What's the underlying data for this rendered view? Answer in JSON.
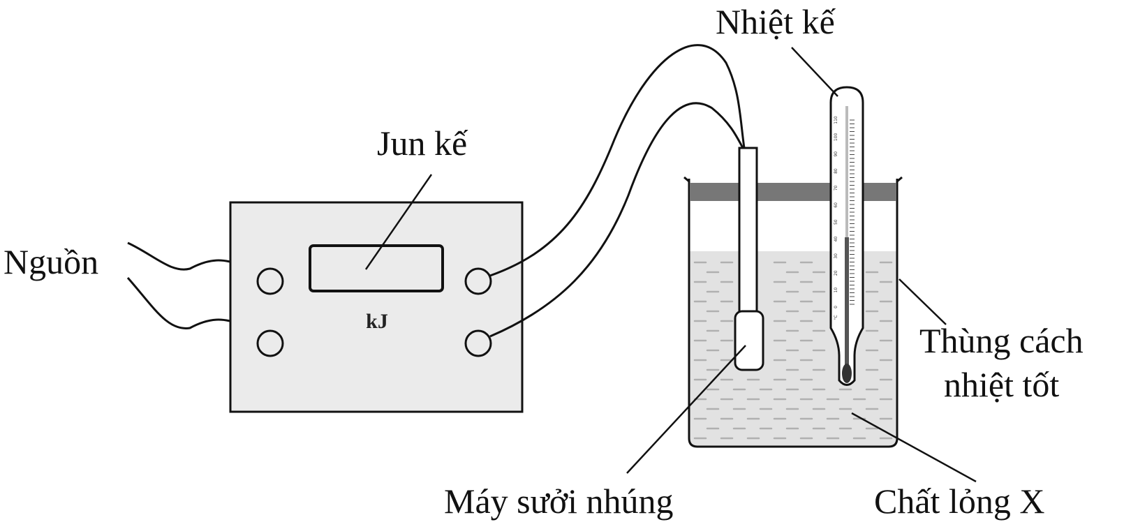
{
  "labels": {
    "power": "Nguồn",
    "joulemeter": "Jun kế",
    "unit": "kJ",
    "thermometer": "Nhiệt kế",
    "container_line1": "Thùng cách",
    "container_line2": "nhiệt tốt",
    "heater": "Máy sưởi nhúng",
    "liquid": "Chất lỏng X"
  },
  "thermometer_scale": {
    "numbers": [
      "110",
      "100",
      "90",
      "80",
      "70",
      "60",
      "50",
      "40",
      "30",
      "20",
      "10",
      "0"
    ],
    "unit": "°C"
  },
  "colors": {
    "stroke": "#111111",
    "box_fill": "#ebebeb",
    "liquid_fill": "#e2e2e2",
    "lid": "#777777"
  }
}
